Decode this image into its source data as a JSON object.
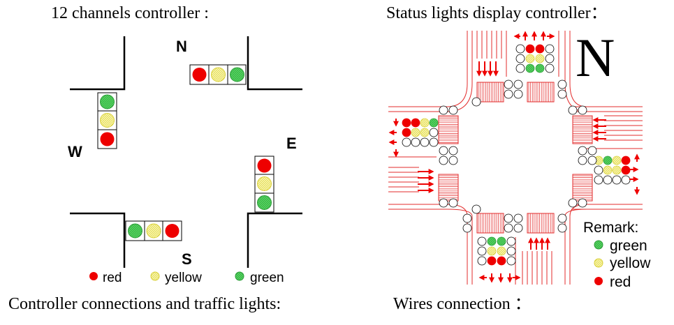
{
  "captions": {
    "left_top": "12 channels controller :",
    "right_top": "Status lights display controller：",
    "left_bottom": "Controller connections and traffic lights:",
    "right_bottom": "Wires connection ："
  },
  "directions": {
    "north": "N",
    "south": "S",
    "east": "E",
    "west": "W"
  },
  "compass": "N",
  "legend": {
    "red": "red",
    "yellow": "yellow",
    "green": "green"
  },
  "remark": {
    "title": "Remark:",
    "green": "green",
    "yellow": "yellow",
    "red": "red"
  },
  "colors": {
    "red": "#ee0000",
    "yellow": "#f4f08a",
    "green": "#4ed35a",
    "line": "#e32b2b",
    "ink": "#000000"
  }
}
